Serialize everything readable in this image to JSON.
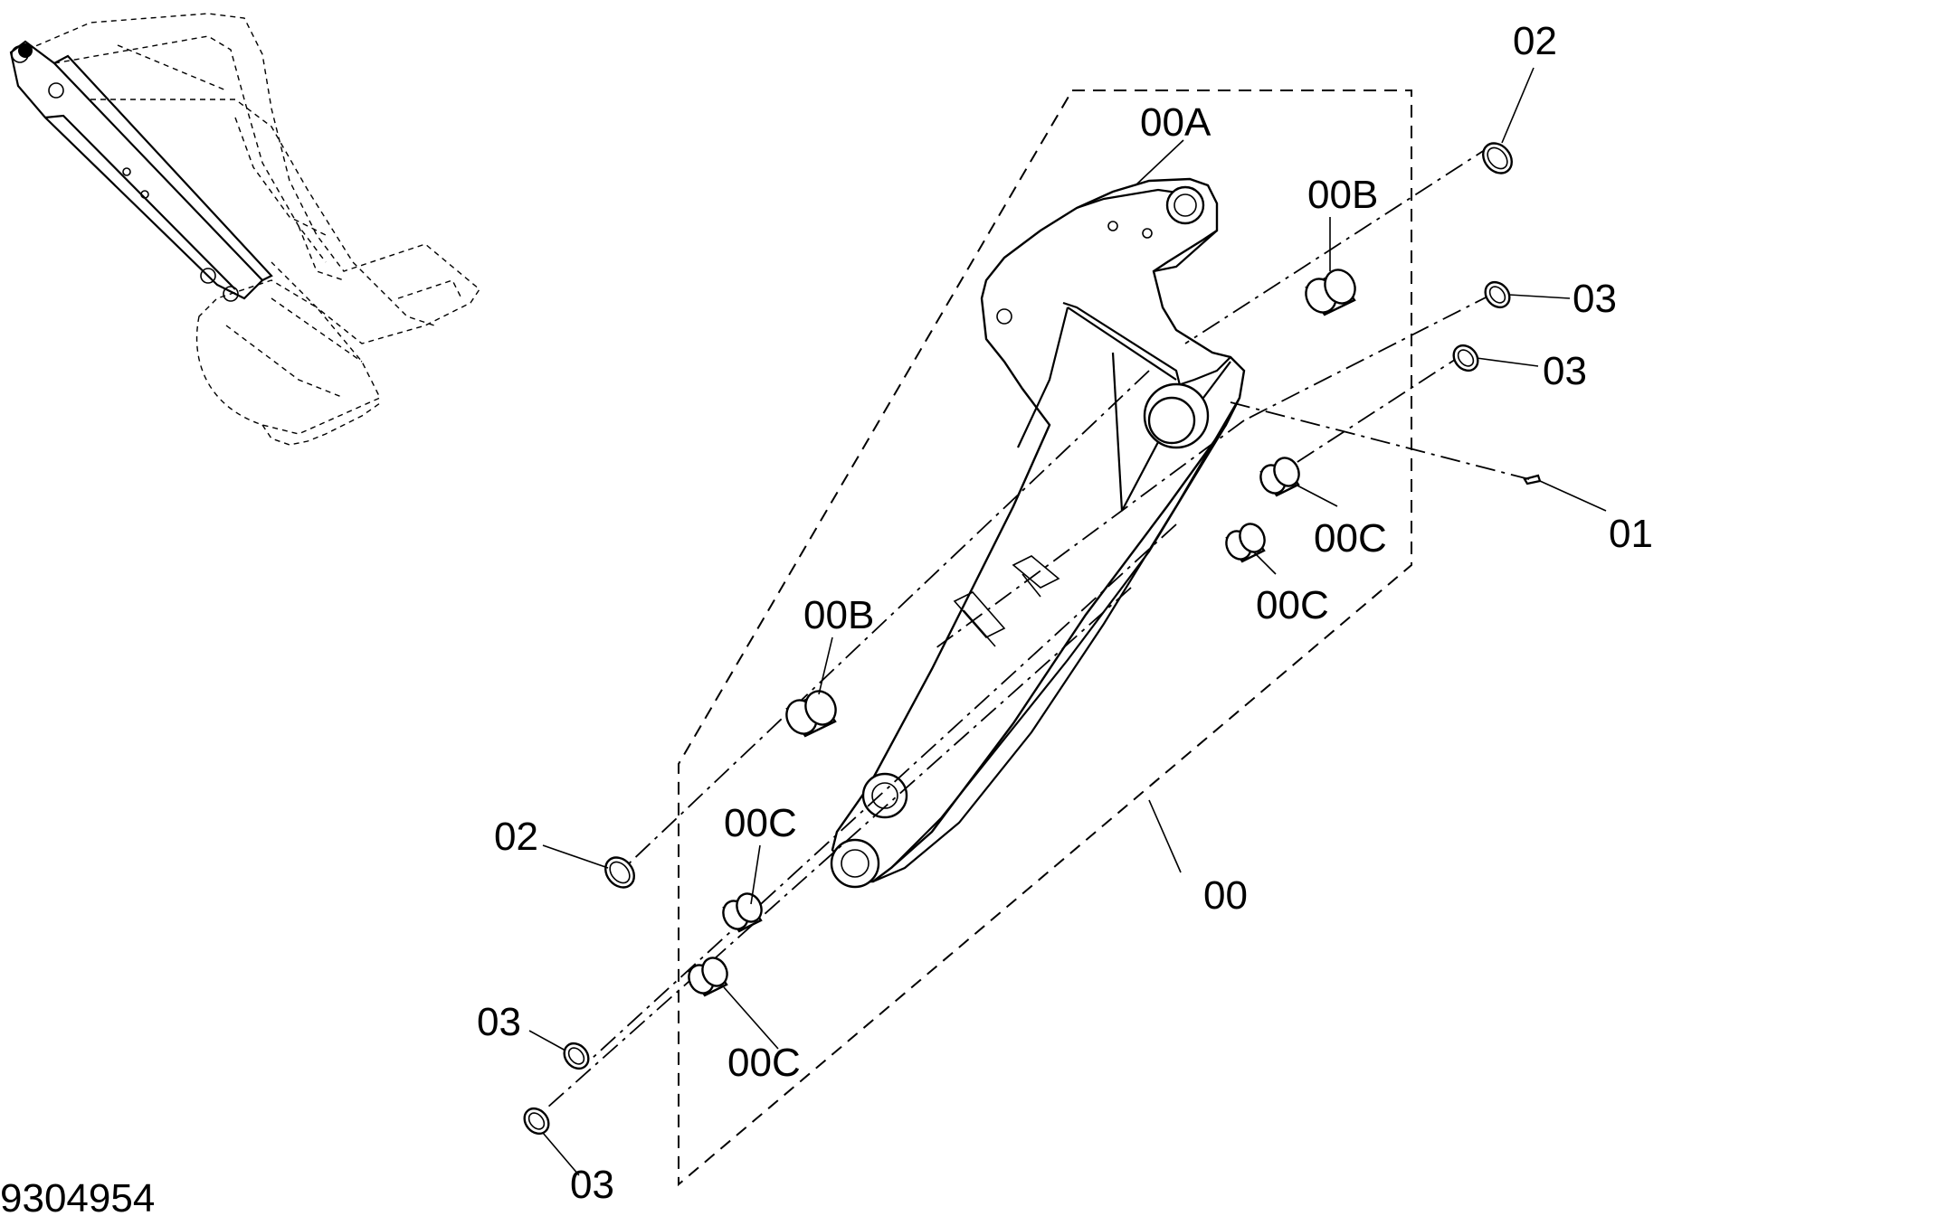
{
  "diagram": {
    "document_number": "9304954",
    "callouts": [
      {
        "id": "label-00A",
        "text": "00A"
      },
      {
        "id": "label-00B-top",
        "text": "00B"
      },
      {
        "id": "label-00B-bottom",
        "text": "00B"
      },
      {
        "id": "label-00C-right-1",
        "text": "00C"
      },
      {
        "id": "label-00C-right-2",
        "text": "00C"
      },
      {
        "id": "label-00C-bottom-1",
        "text": "00C"
      },
      {
        "id": "label-00C-bottom-2",
        "text": "00C"
      },
      {
        "id": "label-00",
        "text": "00"
      },
      {
        "id": "label-01",
        "text": "01"
      },
      {
        "id": "label-02-top",
        "text": "02"
      },
      {
        "id": "label-02-bottom",
        "text": "02"
      },
      {
        "id": "label-03-right-1",
        "text": "03"
      },
      {
        "id": "label-03-right-2",
        "text": "03"
      },
      {
        "id": "label-03-bottom-1",
        "text": "03"
      },
      {
        "id": "label-03-bottom-2",
        "text": "03"
      }
    ]
  }
}
